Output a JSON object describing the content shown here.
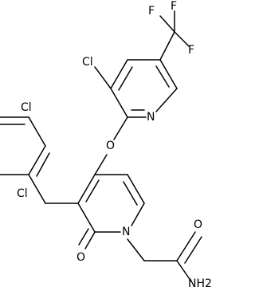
{
  "diagram": {
    "type": "chemical-structure",
    "bond_color": "#000000",
    "label_color": "#000000",
    "background": "#ffffff",
    "atom_labels": {
      "f_top": "F",
      "f_right": "F",
      "f_left": "F",
      "cl_pyridine": "Cl",
      "n_pyridine": "N",
      "cl_top_left": "Cl",
      "o_ether": "O",
      "cl_lower_left": "Cl",
      "n_pyridinone": "N",
      "o_carbonyl": "O",
      "o_amide": "O",
      "nh2_amide": "NH2"
    }
  }
}
